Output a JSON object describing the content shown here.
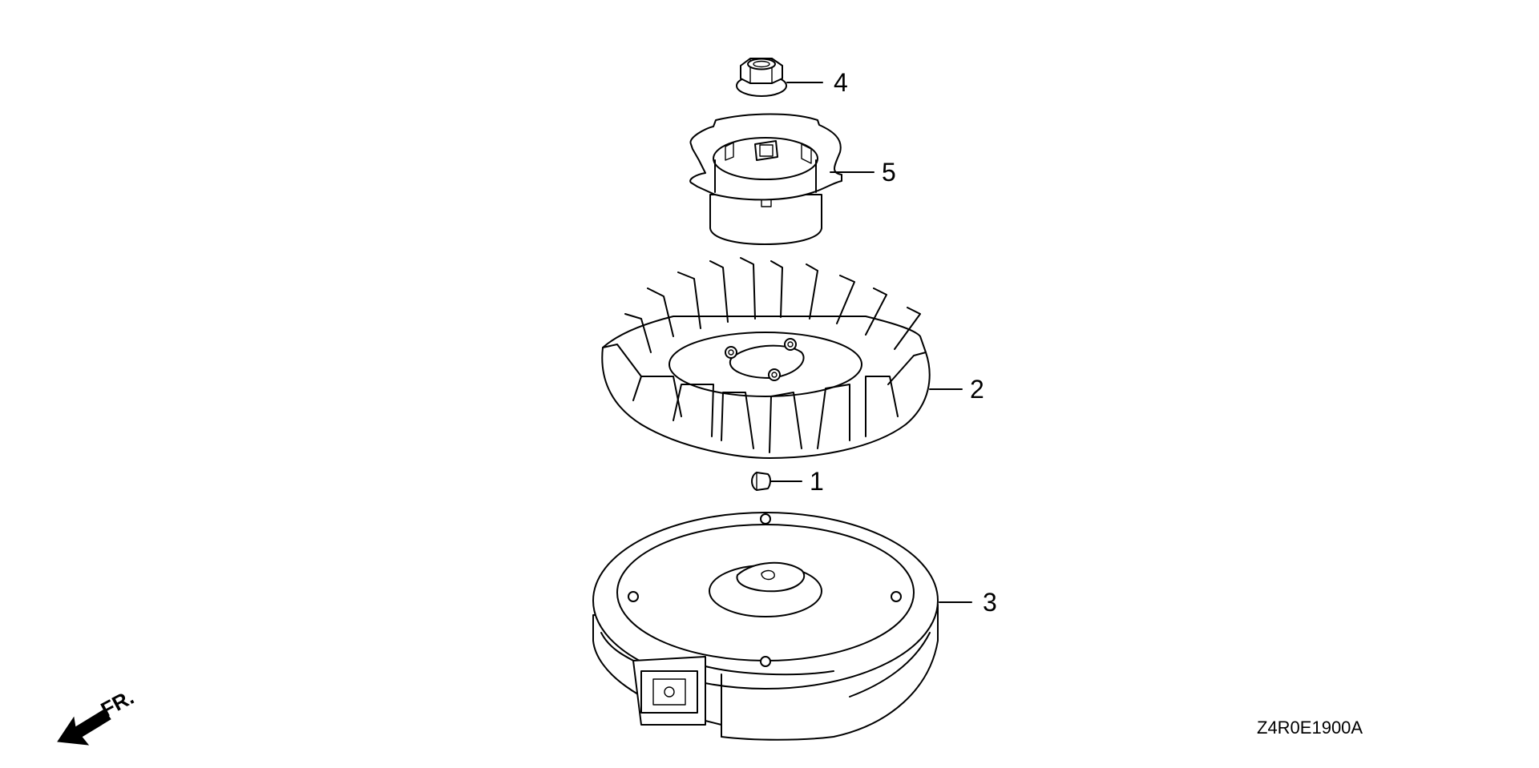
{
  "diagram": {
    "parts": [
      {
        "id": "part-1",
        "ref": "1"
      },
      {
        "id": "part-2",
        "ref": "2"
      },
      {
        "id": "part-3",
        "ref": "3"
      },
      {
        "id": "part-4",
        "ref": "4"
      },
      {
        "id": "part-5",
        "ref": "5"
      }
    ],
    "front_indicator": "FR.",
    "drawing_code": "Z4R0E1900A"
  }
}
